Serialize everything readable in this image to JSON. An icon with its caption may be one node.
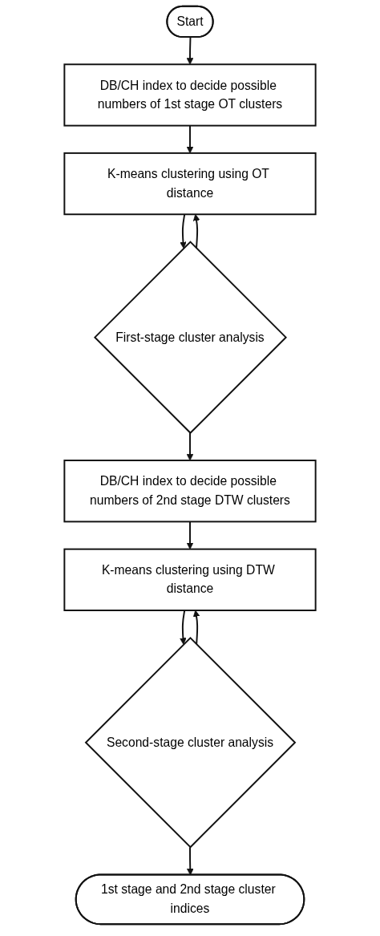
{
  "diagram": {
    "nodes": [
      {
        "text": [
          "Start"
        ]
      },
      {
        "text": [
          "DB/CH index to decide possible numbers of 1st stage OT clusters"
        ]
      },
      {
        "text": [
          "K-means clustering using OT distance"
        ]
      },
      {
        "text": [
          "First-stage cluster analysis"
        ]
      },
      {
        "text": [
          "DB/CH index to decide possible numbers of 2nd stage DTW clusters"
        ]
      },
      {
        "text": [
          "K-means clustering using DTW distance"
        ]
      },
      {
        "text": [
          "Second-stage cluster analysis"
        ]
      },
      {
        "text": [
          "1st stage and 2nd stage cluster indices"
        ]
      }
    ],
    "edges": [
      {
        "from": 0,
        "to": 1,
        "arrow": "to"
      },
      {
        "from": 1,
        "to": 2,
        "arrow": "to"
      },
      {
        "from": 2,
        "to": 3,
        "arrow": "to"
      },
      {
        "from": 3,
        "to": 2,
        "arrow": "to"
      },
      {
        "from": 3,
        "to": 4,
        "arrow": "to"
      },
      {
        "from": 4,
        "to": 5,
        "arrow": "to"
      },
      {
        "from": 5,
        "to": 6,
        "arrow": "to"
      },
      {
        "from": 6,
        "to": 5,
        "arrow": "to"
      },
      {
        "from": 6,
        "to": 7,
        "arrow": "to"
      }
    ]
  }
}
